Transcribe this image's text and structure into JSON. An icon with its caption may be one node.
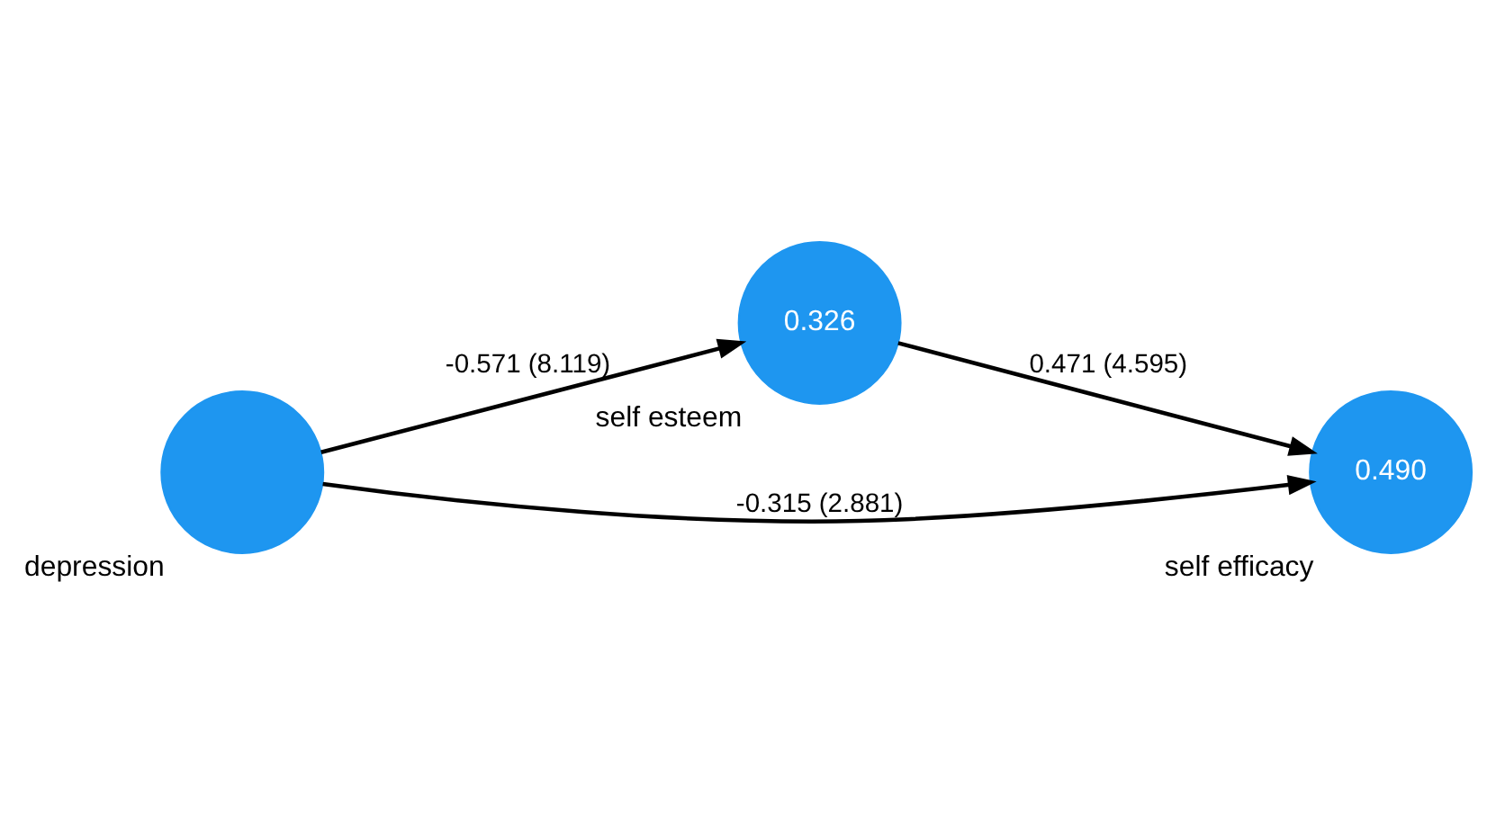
{
  "diagram": {
    "nodes": [
      {
        "text": [
          "0.326"
        ],
        "beside": [
          "self esteem"
        ]
      },
      {
        "text": [],
        "shape": "circle",
        "beside": [
          "depression"
        ]
      },
      {
        "text": [
          "0.490"
        ],
        "beside": [
          "self efficacy"
        ]
      }
    ],
    "edges": [
      {
        "from": 1,
        "to": 0,
        "arrow": "to",
        "label": "-0.571 (8.119)"
      },
      {
        "from": 0,
        "to": 2,
        "arrow": "to",
        "label": "0.471 (4.595)"
      },
      {
        "from": 1,
        "to": 2,
        "arrow": "to",
        "label": "-0.315 (2.881)"
      }
    ]
  }
}
